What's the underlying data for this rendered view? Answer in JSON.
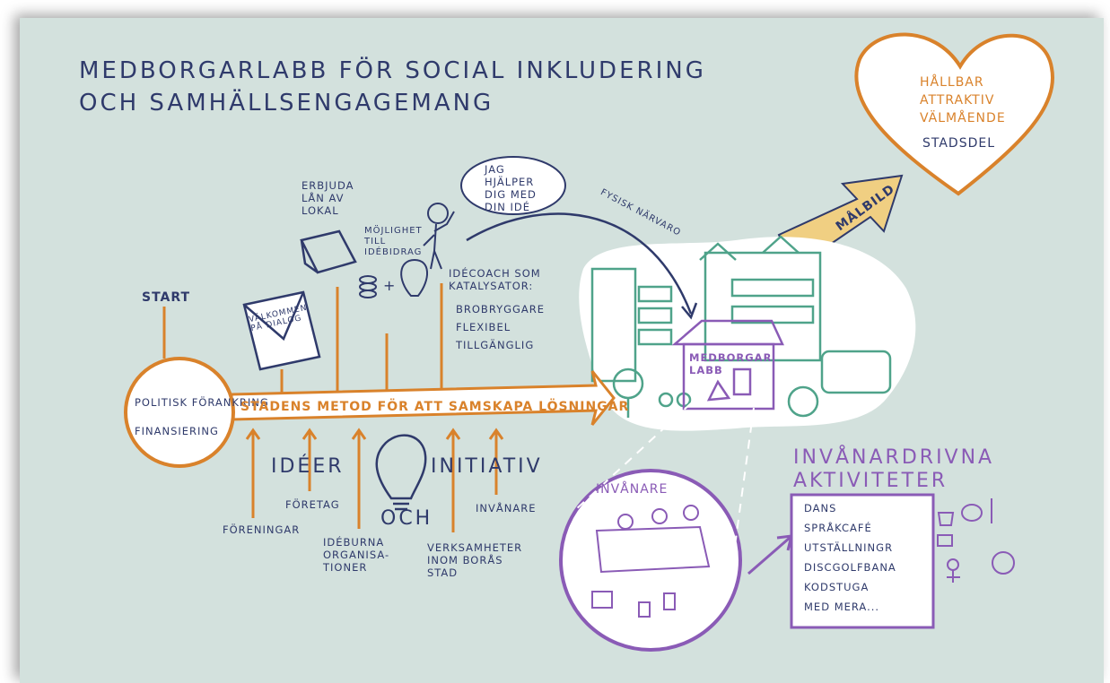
{
  "title": {
    "line1": "Medborgarlabb för social inkludering",
    "line2": "och samhällsengagemang"
  },
  "heart": {
    "items": [
      "Hållbar",
      "Attraktiv",
      "Välmående"
    ],
    "footer": "Stadsdel"
  },
  "malbild": "Målbild",
  "start": {
    "label": "Start",
    "items": [
      "Politisk förankring",
      "Finansiering"
    ]
  },
  "arrow_label": "Stadens metod för att samskapa lösningar",
  "envelope_text": "Välkommen på dialog",
  "lan_label": "Erbjuda lån av lokal",
  "bidrag_label": "Möjlighet till idébidrag",
  "speech": "Jag hjälper dig med din idé",
  "fysisk": "Fysisk närvaro",
  "coach": {
    "title": "Idécoach som katalysator:",
    "items": [
      "Brobryggare",
      "Flexibel",
      "Tillgänglig"
    ]
  },
  "medborgarlabb": "Medborgar labb",
  "ideer": "Idéer",
  "och": "och",
  "initiativ": "Initiativ",
  "sources": {
    "foretag": "Företag",
    "foreningar": "Föreningar",
    "ideburna": "Idéburna organisa- tioner",
    "verksamheter": "Verksamheter inom Borås Stad",
    "invanare": "Invånare"
  },
  "invanare_circle": "Invånare",
  "activities": {
    "title_line1": "Invånardrivna",
    "title_line2": "aktiviteter",
    "items": [
      "Dans",
      "Språkcafé",
      "Utställningr",
      "Discgolfbana",
      "Kodstuga",
      "Med mera..."
    ]
  },
  "colors": {
    "background": "#d3e1dd",
    "navy": "#2f3a6b",
    "orange": "#d9822b",
    "purple": "#8a5bb6",
    "green": "#4fa38a",
    "malbild_arrow": "#f0cf82"
  }
}
